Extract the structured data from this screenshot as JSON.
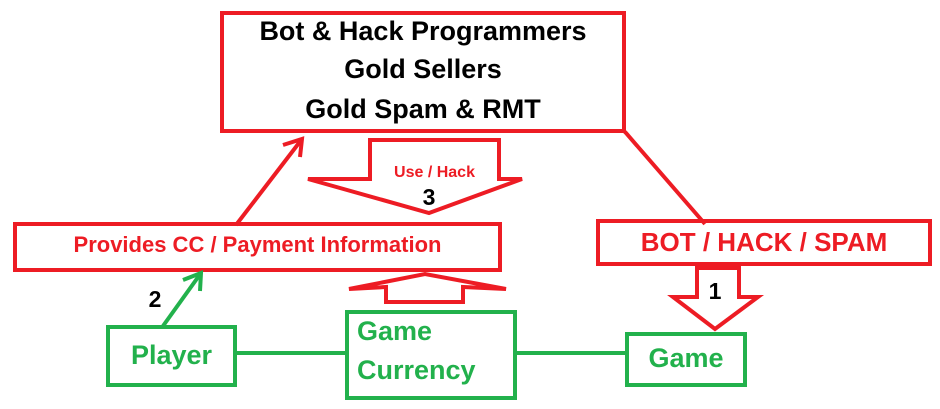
{
  "colors": {
    "threat": "#ed1c24",
    "legit": "#22b14c",
    "text": "#000000"
  },
  "nodes": {
    "top_box": {
      "lines": [
        "Bot & Hack Programmers",
        "Gold Sellers",
        "Gold Spam & RMT"
      ]
    },
    "payment_box": {
      "label": "Provides CC / Payment Information"
    },
    "bot_box": {
      "label": "BOT / HACK / SPAM"
    },
    "player_box": {
      "label": "Player"
    },
    "currency_box": {
      "lines": [
        "Game",
        "Currency"
      ]
    },
    "game_box": {
      "label": "Game"
    }
  },
  "arrows": {
    "use_hack": {
      "label": "Use / Hack",
      "step": "3"
    },
    "bot_to_game": {
      "step": "1"
    },
    "player_to_payment": {
      "step": "2"
    }
  }
}
